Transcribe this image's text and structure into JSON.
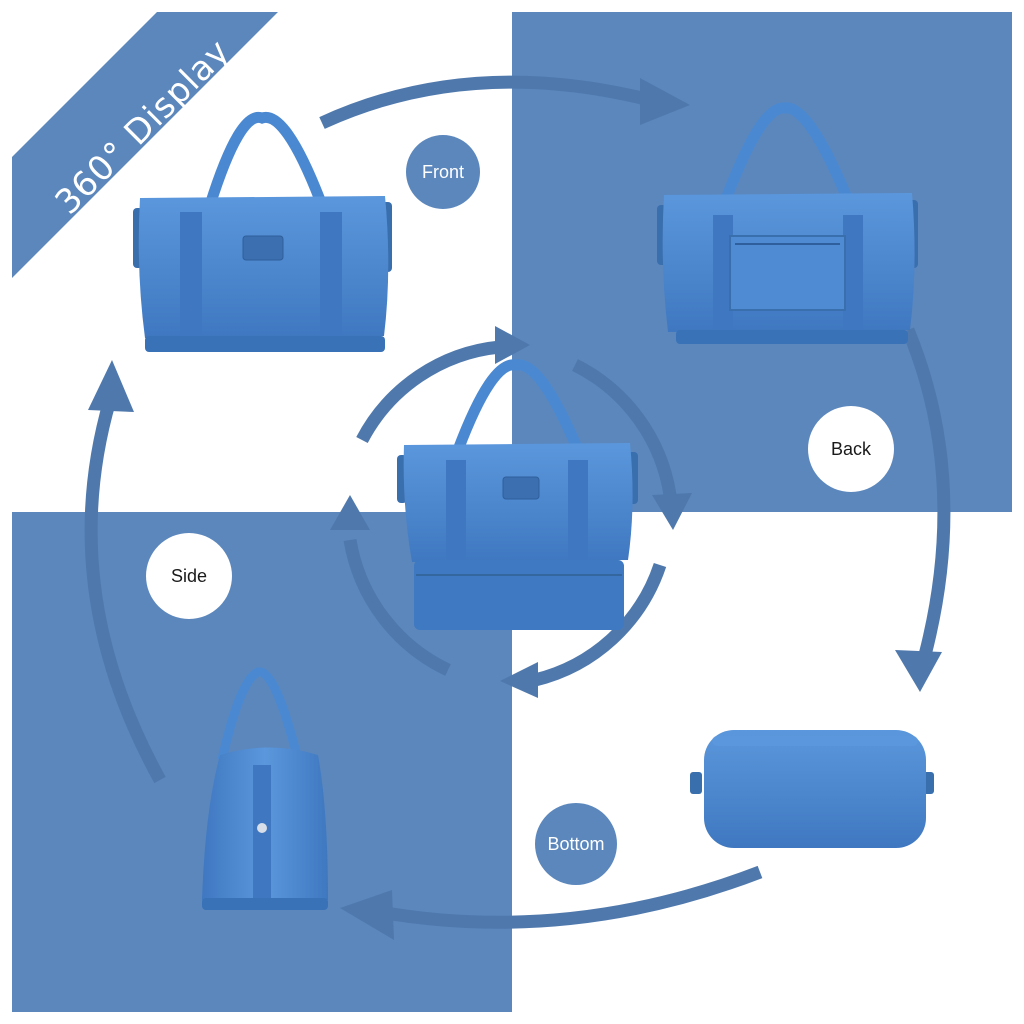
{
  "banner": {
    "label": "360° Display"
  },
  "views": [
    {
      "label": "Front"
    },
    {
      "label": "Back"
    },
    {
      "label": "Side"
    },
    {
      "label": "Bottom"
    }
  ],
  "colors": {
    "panel_blue": "#5b87bd",
    "arrow_blue": "#4f79ad",
    "bag_blue": "#4a86cf",
    "bag_dark": "#3a6fae",
    "bubble_white": "#ffffff",
    "bubble_blue": "#5b87bd"
  },
  "icons": {
    "cycle": "circular-arrows-icon",
    "product": "tote-bag"
  }
}
